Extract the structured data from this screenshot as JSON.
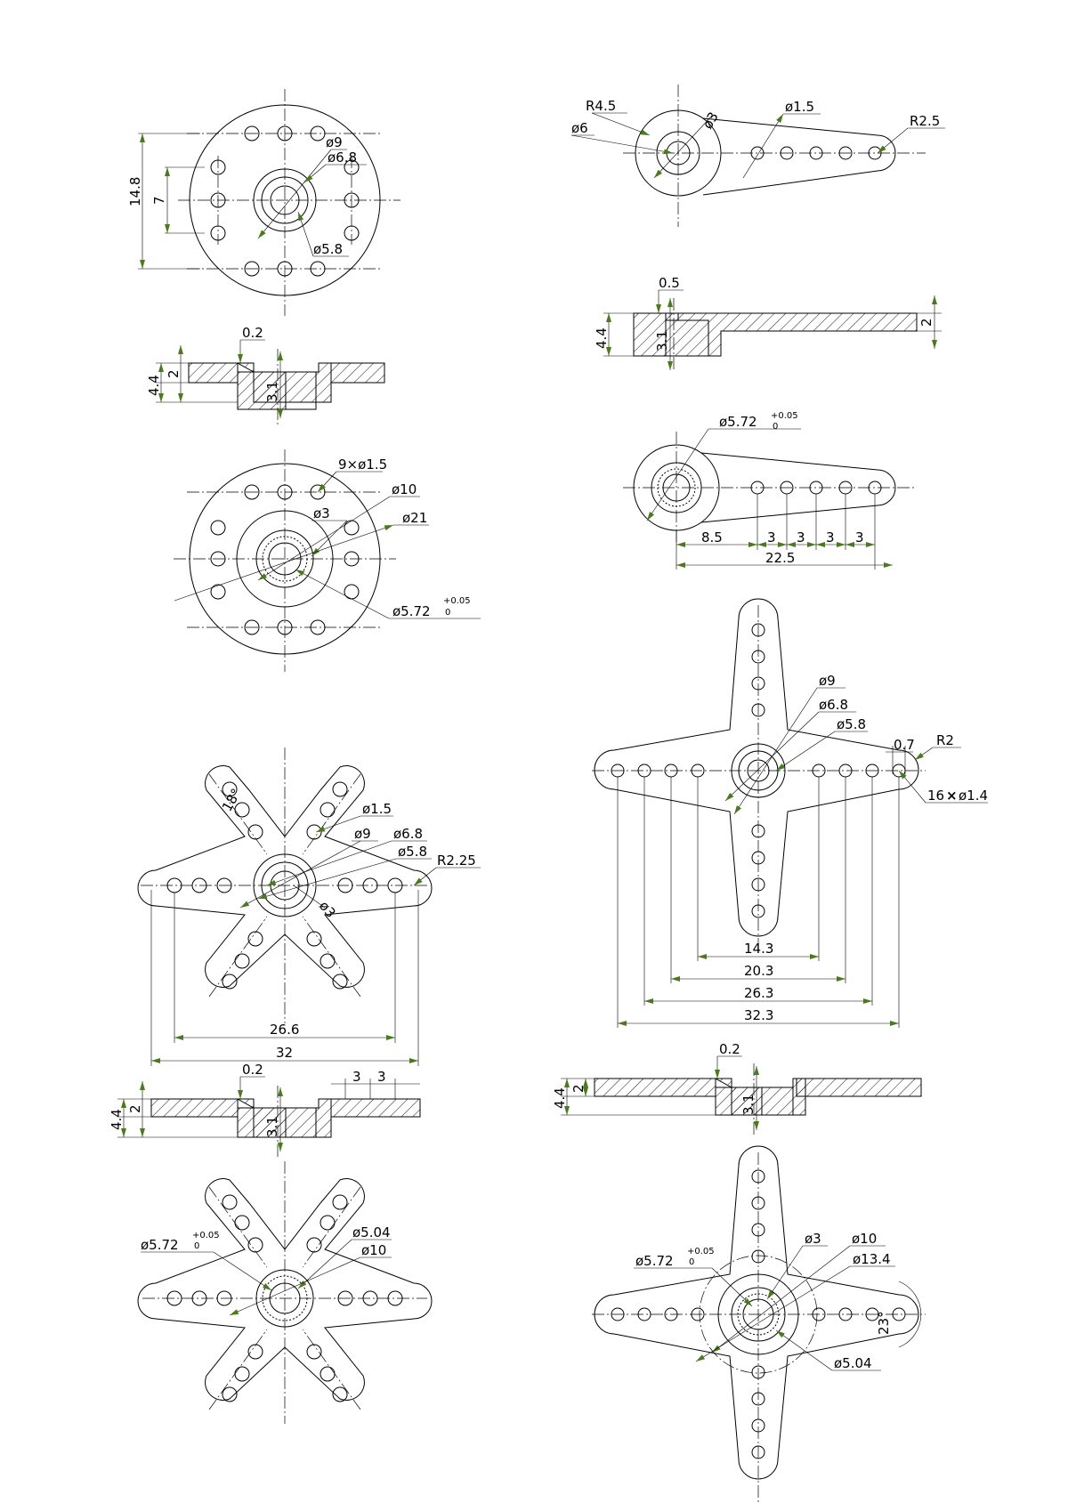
{
  "colors": {
    "line": "#000000",
    "arrow": "#4a7a1e",
    "background": "#ffffff"
  },
  "views": {
    "round_top": {
      "d_outer": "ø9",
      "d_mid": "ø6.8",
      "d_bore": "ø5.8",
      "h_14_8": "14.8",
      "h_7": "7"
    },
    "round_section": {
      "gap": "0.2",
      "total": "4.4",
      "flange": "2",
      "hub": "3.1"
    },
    "round_bottom": {
      "holes": "9×ø1.5",
      "d10": "ø10",
      "d3": "ø3",
      "d21": "ø21",
      "spline": "ø5.72",
      "tol_up": "+0.05",
      "tol_dn": "0"
    },
    "arm_top": {
      "r45": "R4.5",
      "d3": "ø3",
      "d15": "ø1.5",
      "r25": "R2.5",
      "d6": "ø6"
    },
    "arm_section": {
      "gap": "0.5",
      "total": "4.4",
      "hub": "3.1",
      "thick": "2"
    },
    "arm_bottom": {
      "spline": "ø5.72",
      "tol_up": "+0.05",
      "tol_dn": "0",
      "p1": "8.5",
      "p2": "3",
      "p3": "3",
      "p4": "3",
      "p5": "3",
      "len": "22.5"
    },
    "star_top": {
      "ang": "18°",
      "d15": "ø1.5",
      "d9": "ø9",
      "d68": "ø6.8",
      "d58": "ø5.8",
      "r225": "R2.25",
      "d3": "ø3",
      "w266": "26.6",
      "w32": "32"
    },
    "star_section": {
      "gap": "0.2",
      "total": "4.4",
      "flange": "2",
      "hub": "3.1",
      "p1": "3",
      "p2": "3"
    },
    "star_bottom": {
      "spline": "ø5.72",
      "tol_up": "+0.05",
      "tol_dn": "0",
      "d504": "ø5.04",
      "d10": "ø10"
    },
    "cross_top": {
      "d9": "ø9",
      "d68": "ø6.8",
      "d58": "ø5.8",
      "w07": "0.7",
      "r2": "R2",
      "holes": "16",
      "times": "×",
      "hole_d": "ø1.4",
      "w143": "14.3",
      "w203": "20.3",
      "w263": "26.3",
      "w323": "32.3"
    },
    "cross_section": {
      "gap": "0.2",
      "total": "4.4",
      "flange": "2",
      "hub": "3.1"
    },
    "cross_bottom": {
      "spline": "ø5.72",
      "tol_up": "+0.05",
      "tol_dn": "0",
      "d3": "ø3",
      "d10": "ø10",
      "d134": "ø13.4",
      "ang": "23°",
      "d504": "ø5.04"
    }
  }
}
